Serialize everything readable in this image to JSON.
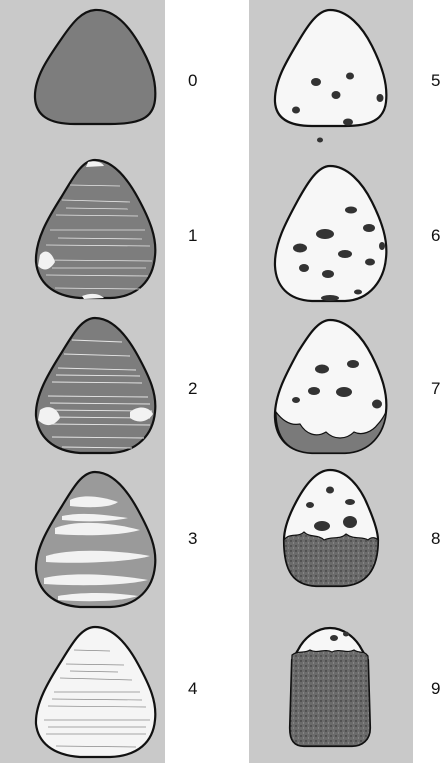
{
  "stages": [
    {
      "label": "0"
    },
    {
      "label": "1"
    },
    {
      "label": "2"
    },
    {
      "label": "3"
    },
    {
      "label": "4"
    },
    {
      "label": "5"
    },
    {
      "label": "6"
    },
    {
      "label": "7"
    },
    {
      "label": "8"
    },
    {
      "label": "9"
    }
  ],
  "colors": {
    "panel": "#c9c9c9",
    "glaze_gray": "#7d7d7d",
    "bare_white": "#f7f7f7",
    "outline": "#111111",
    "stipple": "#5a5a5a"
  }
}
